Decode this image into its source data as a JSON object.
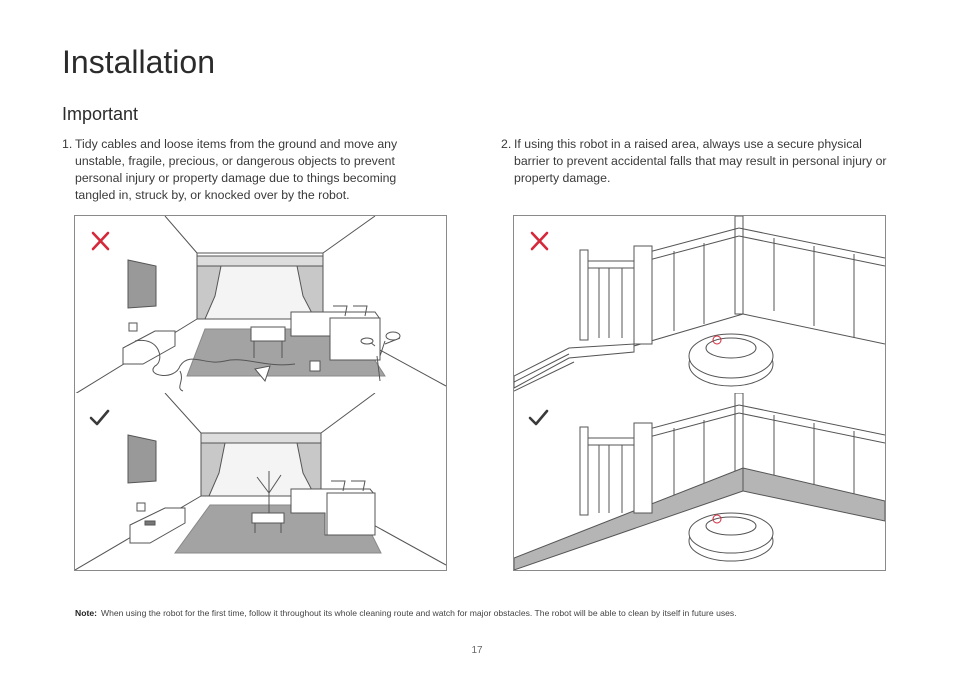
{
  "page": {
    "title": "Installation",
    "subtitle": "Important",
    "instructions": [
      {
        "num": "1.",
        "text": "Tidy cables and loose items from the ground and move any unstable, fragile, precious, or dangerous objects to prevent personal injury or property damage due to things becoming tangled in, struck by, or knocked over by the robot."
      },
      {
        "num": "2.",
        "text": "If using this robot in a raised area, always use a secure physical barrier to prevent accidental falls that may result in personal injury or property damage."
      }
    ],
    "note_label": "Note:",
    "note_text": "When using the robot for the first time, follow it throughout its whole cleaning route and watch for major obstacles. The robot will be able to clean by itself in future uses.",
    "page_number": "17"
  },
  "icons": {
    "wrong": "cross-icon",
    "correct": "check-icon"
  },
  "colors": {
    "wrong_mark": "#d6283b",
    "correct_mark": "#3a3a3a",
    "rug": "#9e9e9e",
    "curtain": "#c8c8c8",
    "barrier": "#b5b5b5"
  }
}
